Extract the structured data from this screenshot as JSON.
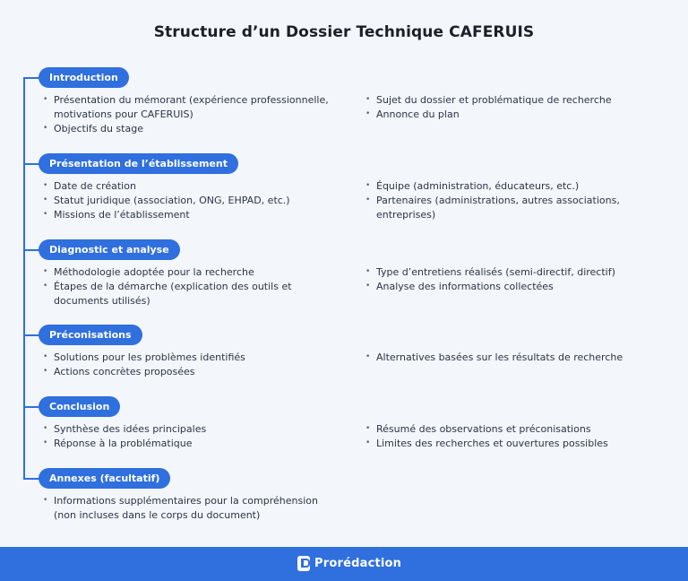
{
  "title": "Structure d’un Dossier Technique CAFERUIS",
  "sections": [
    {
      "label": "Introduction",
      "left": [
        "Présentation du mémorant (expérience professionnelle, motivations pour CAFERUIS)",
        "Objectifs du stage"
      ],
      "right": [
        "Sujet du dossier et problématique de recherche",
        "Annonce du plan"
      ]
    },
    {
      "label": "Présentation de l’établissement",
      "left": [
        "Date de création",
        "Statut juridique (association, ONG, EHPAD, etc.)",
        "Missions de l’établissement"
      ],
      "right": [
        "Équipe (administration, éducateurs, etc.)",
        "Partenaires (administrations, autres associations, entreprises)"
      ]
    },
    {
      "label": "Diagnostic et analyse",
      "left": [
        "Méthodologie adoptée pour la recherche",
        "Étapes de la démarche (explication des outils et documents utilisés)"
      ],
      "right": [
        "Type d’entretiens réalisés (semi-directif, directif)",
        "Analyse des informations collectées"
      ]
    },
    {
      "label": "Préconisations",
      "left": [
        "Solutions pour les problèmes identifiés",
        "Actions concrètes proposées"
      ],
      "right": [
        "Alternatives basées sur les résultats de recherche"
      ]
    },
    {
      "label": "Conclusion",
      "left": [
        "Synthèse des idées principales",
        "Réponse à la problématique"
      ],
      "right": [
        "Résumé des observations et préconisations",
        "Limites des recherches et ouvertures possibles"
      ]
    },
    {
      "label": "Annexes (facultatif)",
      "left": [
        "Informations supplémentaires pour la compréhension (non incluses dans le corps du document)"
      ],
      "right": []
    }
  ],
  "footer": {
    "brand": "Prorédaction"
  },
  "colors": {
    "accent": "#2f6fde",
    "background": "#f3f6fa",
    "text": "#2c3447"
  }
}
